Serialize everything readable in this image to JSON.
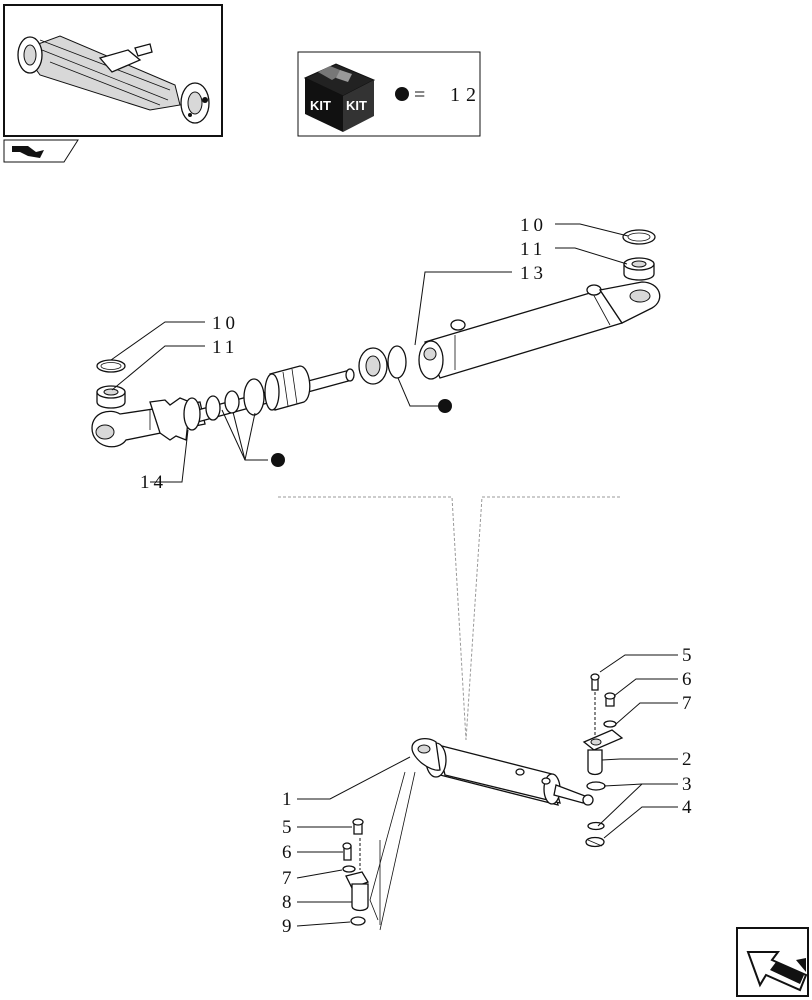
{
  "kit_legend": {
    "kit_word_left": "KIT",
    "kit_word_right": "KIT",
    "equals": "=",
    "value": "12"
  },
  "callouts": {
    "top_10": "10",
    "top_11": "11",
    "top_13": "13",
    "left_10": "10",
    "left_11": "11",
    "left_14": "14",
    "r5": "5",
    "r6": "6",
    "r7": "7",
    "r2": "2",
    "r3": "3",
    "r4": "4",
    "l1": "1",
    "l5": "5",
    "l6": "6",
    "l7": "7",
    "l8": "8",
    "l9": "9"
  },
  "icons": {
    "thumbnail": "front-axle-assembly-thumbnail",
    "kit": "kit-box-icon",
    "nav_small": "previous-page-icon",
    "nav_large": "next-page-arrow-icon"
  }
}
